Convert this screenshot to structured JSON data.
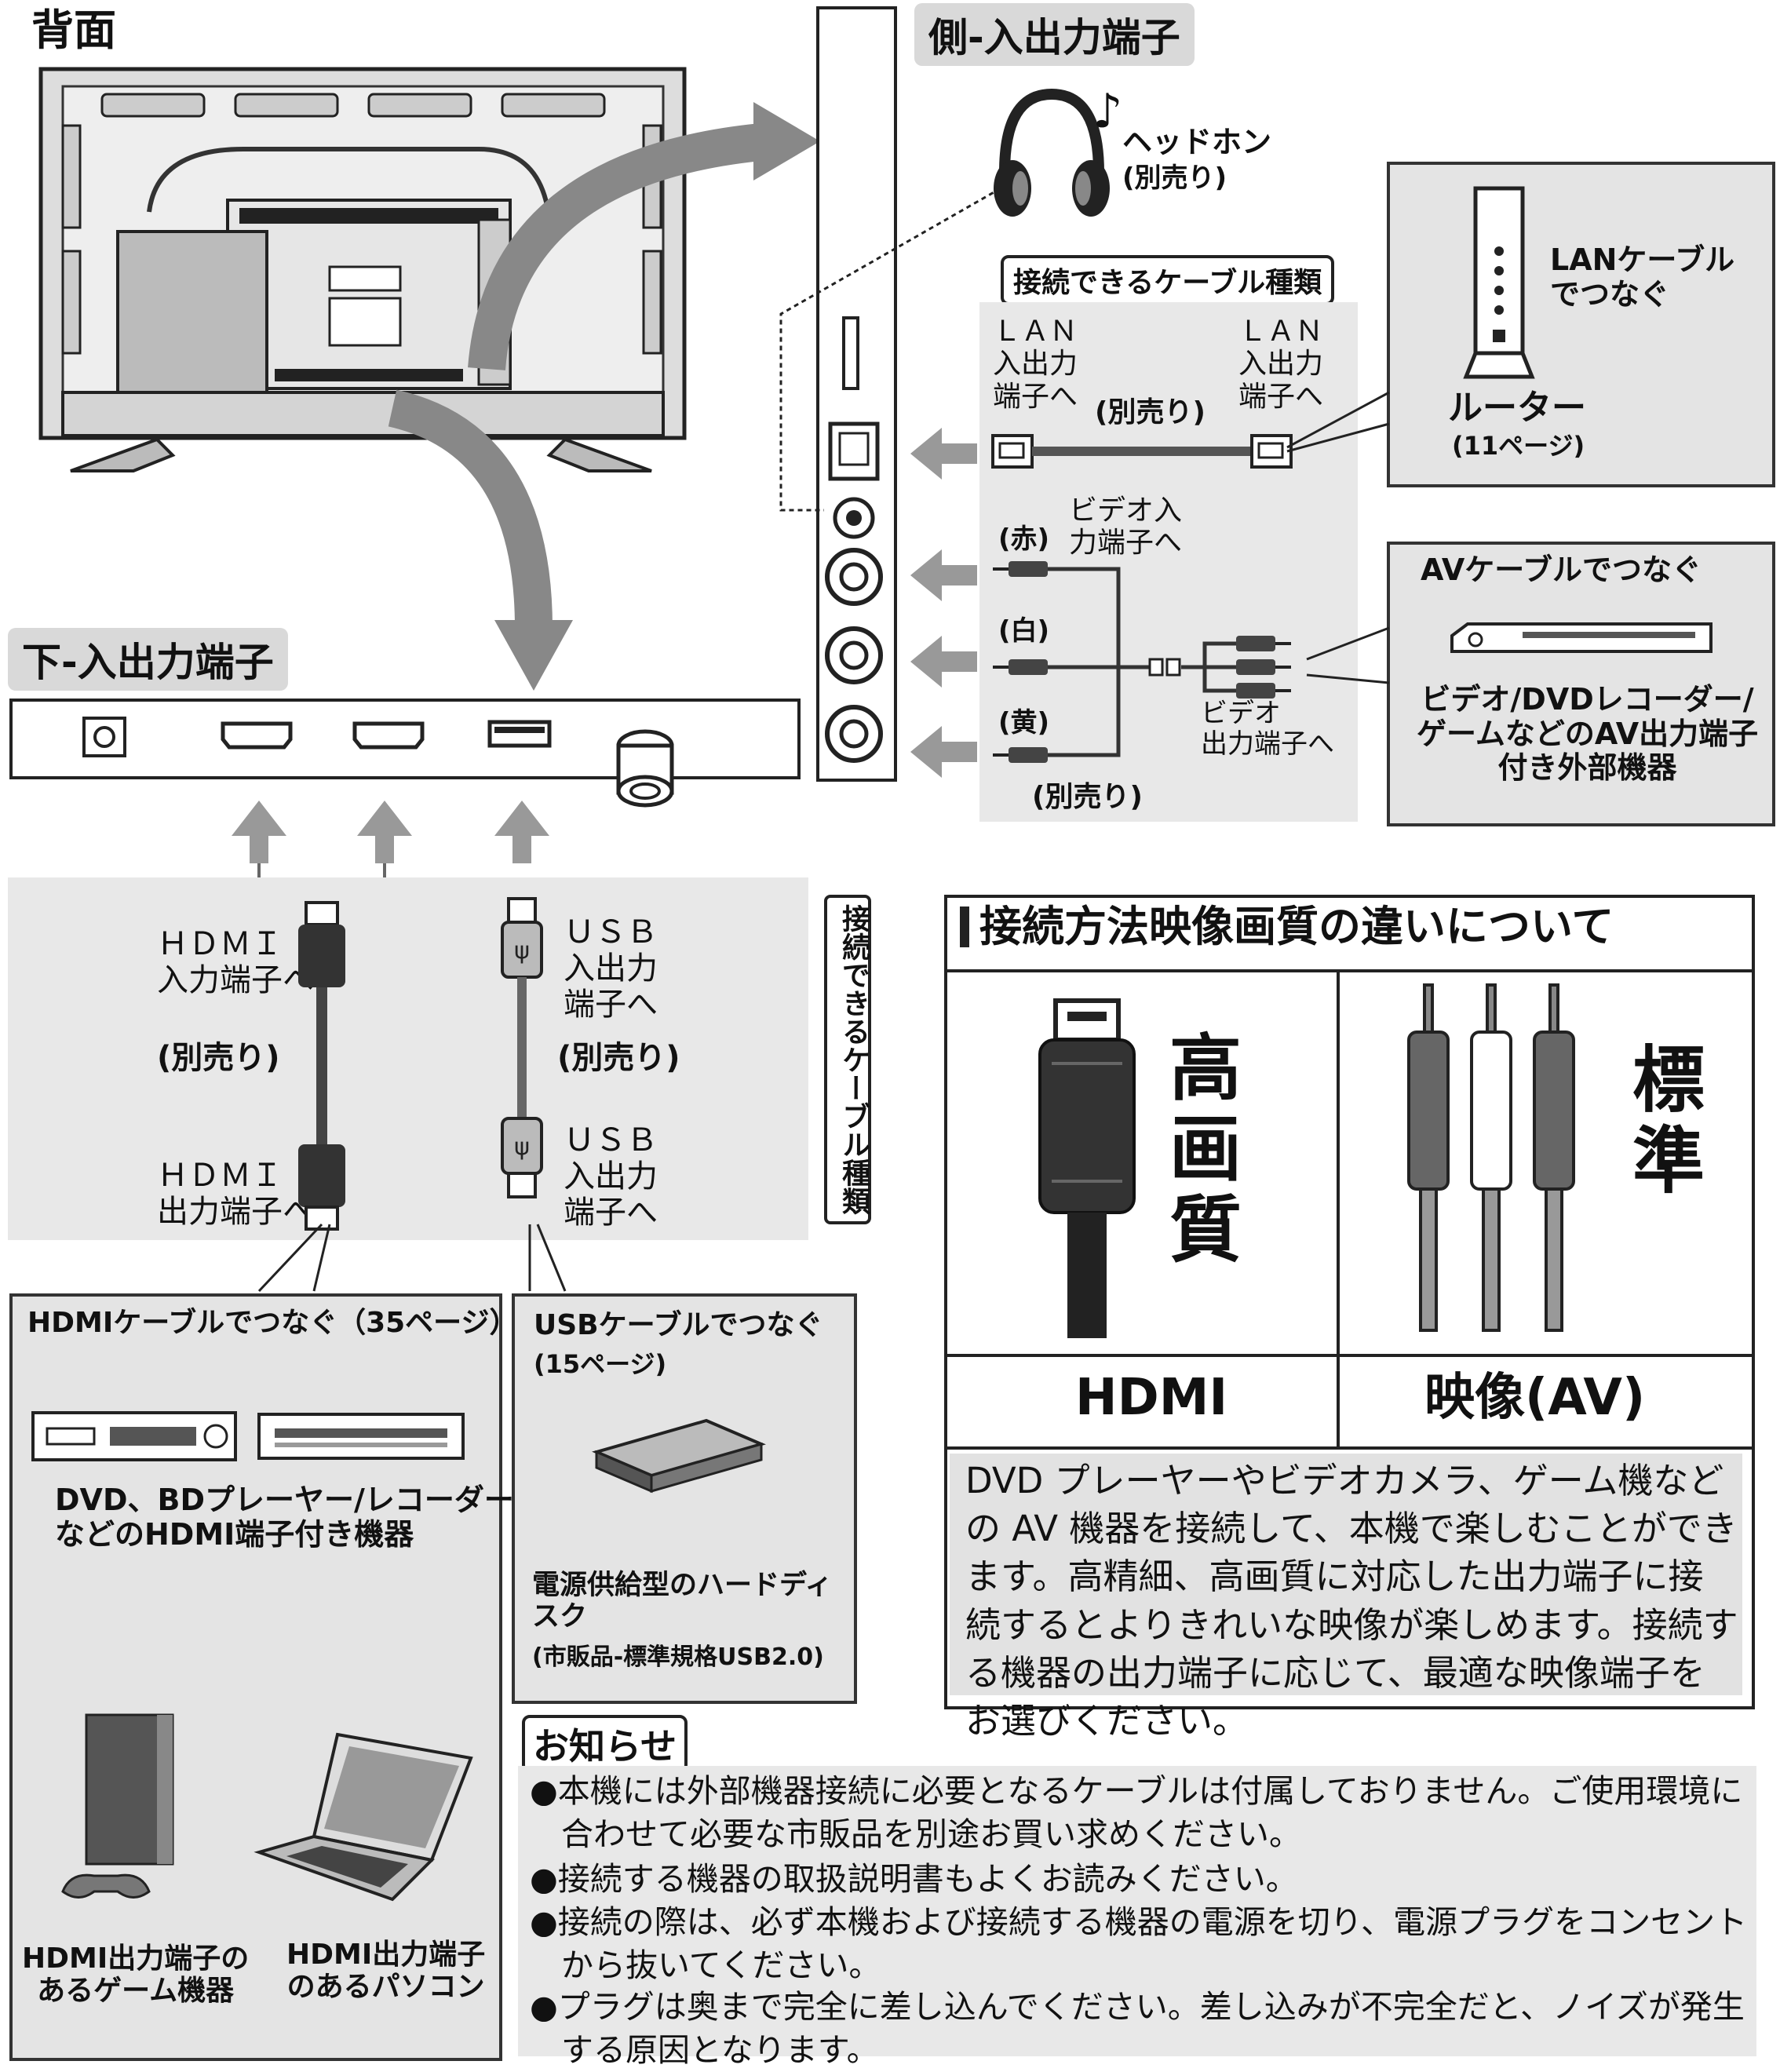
{
  "headings": {
    "rear": "背面",
    "side_io": "側-入出力端子",
    "bottom_io": "下-入出力端子"
  },
  "side": {
    "headphone": "ヘッドホン",
    "headphone_note": "(別売り)",
    "cable_types_label": "接続できるケーブル種類",
    "lan_left": "ＬＡＮ\n入出力\n端子へ",
    "lan_right": "ＬＡＮ\n入出力\n端子へ",
    "lan_sold": "(別売り)",
    "router_title": "LANケーブル\nでつなぐ",
    "router": "ルーター",
    "router_page": "(11ページ)",
    "red": "(赤)",
    "video_in": "ビデオ入\n力端子へ",
    "white": "(白)",
    "yellow": "(黄)",
    "video_out": "ビデオ\n出力端子へ",
    "av_sold": "(別売り)",
    "av_title": "AVケーブルでつなぐ",
    "av_device": "ビデオ/DVDレコーダー/\nゲームなどのAV出力端子\n付き外部機器"
  },
  "bottom": {
    "hdmi_in": "ＨＤＭＩ\n入力端子へ",
    "hdmi_sold": "(別売り)",
    "hdmi_out": "ＨＤＭＩ\n出力端子へ",
    "usb_in": "ＵＳＢ\n入出力\n端子へ",
    "usb_sold": "(別売り)",
    "usb_io": "ＵＳＢ\n入出力\n端子へ",
    "vertical_label": "接続できるケーブル種類"
  },
  "hdmi_box": {
    "title": "HDMIケーブルでつなぐ（35ページ）",
    "devices": "DVD、BDプレーヤー/レコーダー\nなどのHDMI端子付き機器",
    "game": "HDMI出力端子の\nあるゲーム機器",
    "pc": "HDMI出力端子\nのあるパソコン"
  },
  "usb_box": {
    "title": "USBケーブルでつなぐ",
    "page": "(15ページ)",
    "hdd": "電源供給型のハードディ\nスク",
    "hdd_note": "(市販品-標準規格USB2.0)"
  },
  "quality": {
    "title": "接続方法映像画質の違いについて",
    "high": "高\n画\n質",
    "standard": "標\n準",
    "hdmi_label": "HDMI",
    "av_label": "映像(AV)",
    "description": "DVD プレーヤーやビデオカメラ、ゲーム機などの AV 機器を接続して、本機で楽しむことができます。高精細、高画質に対応した出力端子に接続するとよりきれいな映像が楽しめます。接続する機器の出力端子に応じて、最適な映像端子をお選びください。"
  },
  "notice": {
    "title": "お知らせ",
    "items": [
      "●本機には外部機器接続に必要となるケーブルは付属しておりません。ご使用環境に合わせて必要な市販品を別途お買い求めください。",
      "●接続する機器の取扱説明書もよくお読みください。",
      "●接続の際は、必ず本機および接続する機器の電源を切り、電源プラグをコンセントから抜いてください。",
      "●プラグは奥まで完全に差し込んでください。差し込みが不完全だと、ノイズが発生する原因となります。"
    ]
  }
}
